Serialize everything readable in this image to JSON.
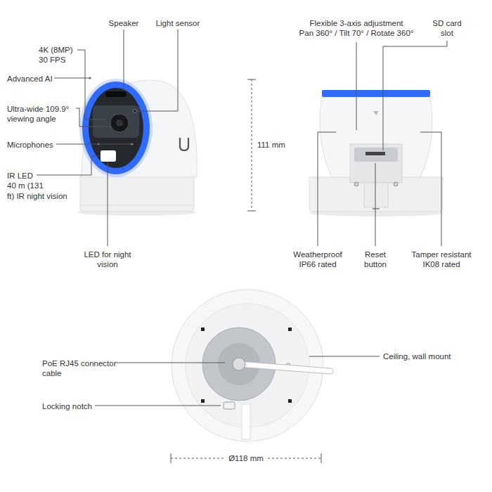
{
  "diagram": {
    "labels": [
      "Speaker",
      "Light sensor",
      "Flexible 3-axis adjustment Pan 360° / Tilt 70° / Rotate 360°",
      "SD card slot",
      "4K (8MP) 30 FPS",
      "Advanced AI",
      "Ultra-wide 109.9° viewing angle",
      "Microphones",
      "IR LED 40 m (131 ft) IR night vision",
      "111 mm",
      "LED for night vision",
      "Weatherproof IP66 rated",
      "Reset button",
      "Tamper resistant IK08 rated",
      "PoE RJ45 connector cable",
      "Locking notch",
      "Ceiling, wall mount",
      "Ø118 mm"
    ]
  }
}
